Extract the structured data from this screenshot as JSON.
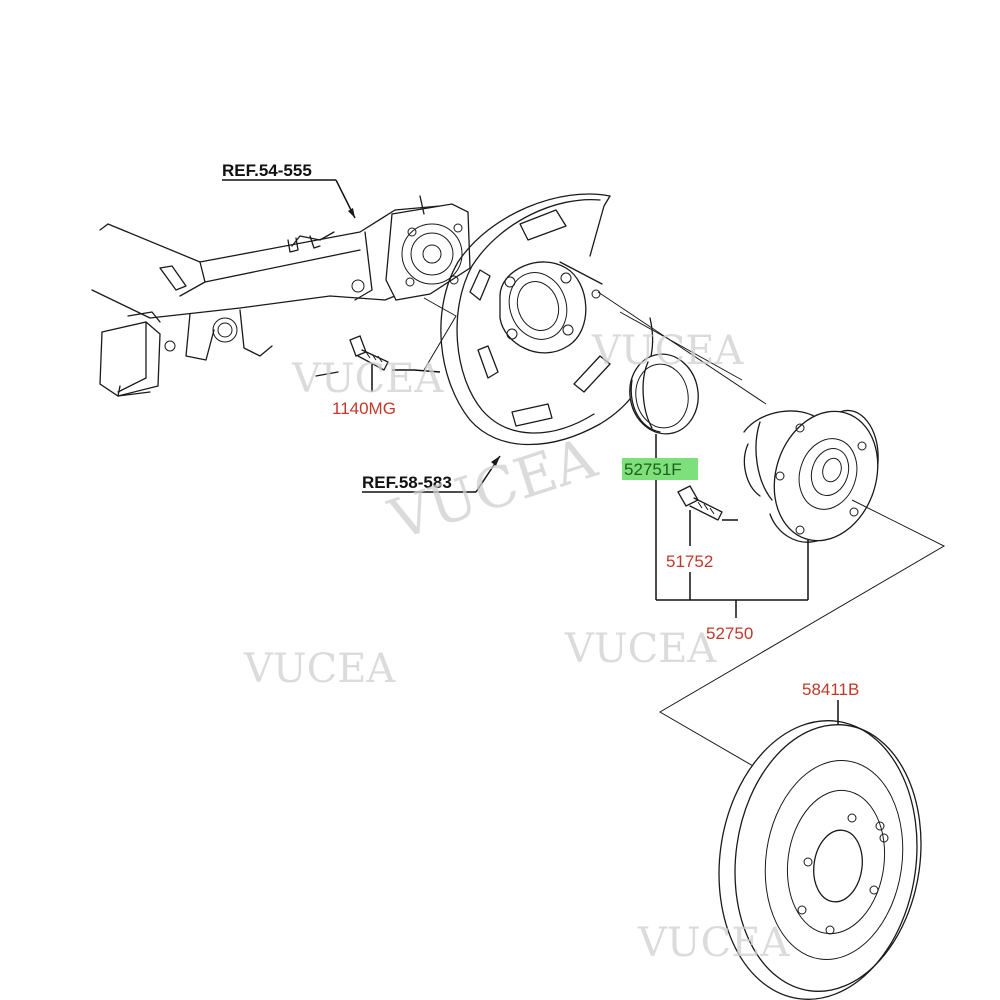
{
  "labels": {
    "ref_axle": "REF.54-555",
    "ref_shield": "REF.58-583",
    "bolt_1140mg": "1140MG",
    "seal_52751f": "52751F",
    "bolt_51752": "51752",
    "hub_52750": "52750",
    "disc_58411b": "58411B"
  },
  "watermarks": [
    "VUCEA",
    "VUCEA",
    "VUCEA",
    "VUCEA",
    "VUCEA",
    "VUCEA"
  ],
  "colors": {
    "line": "#1a1a1a",
    "part_number": "#c0392b",
    "highlight": "#7ee07a",
    "watermark": "#cfcfcf"
  }
}
